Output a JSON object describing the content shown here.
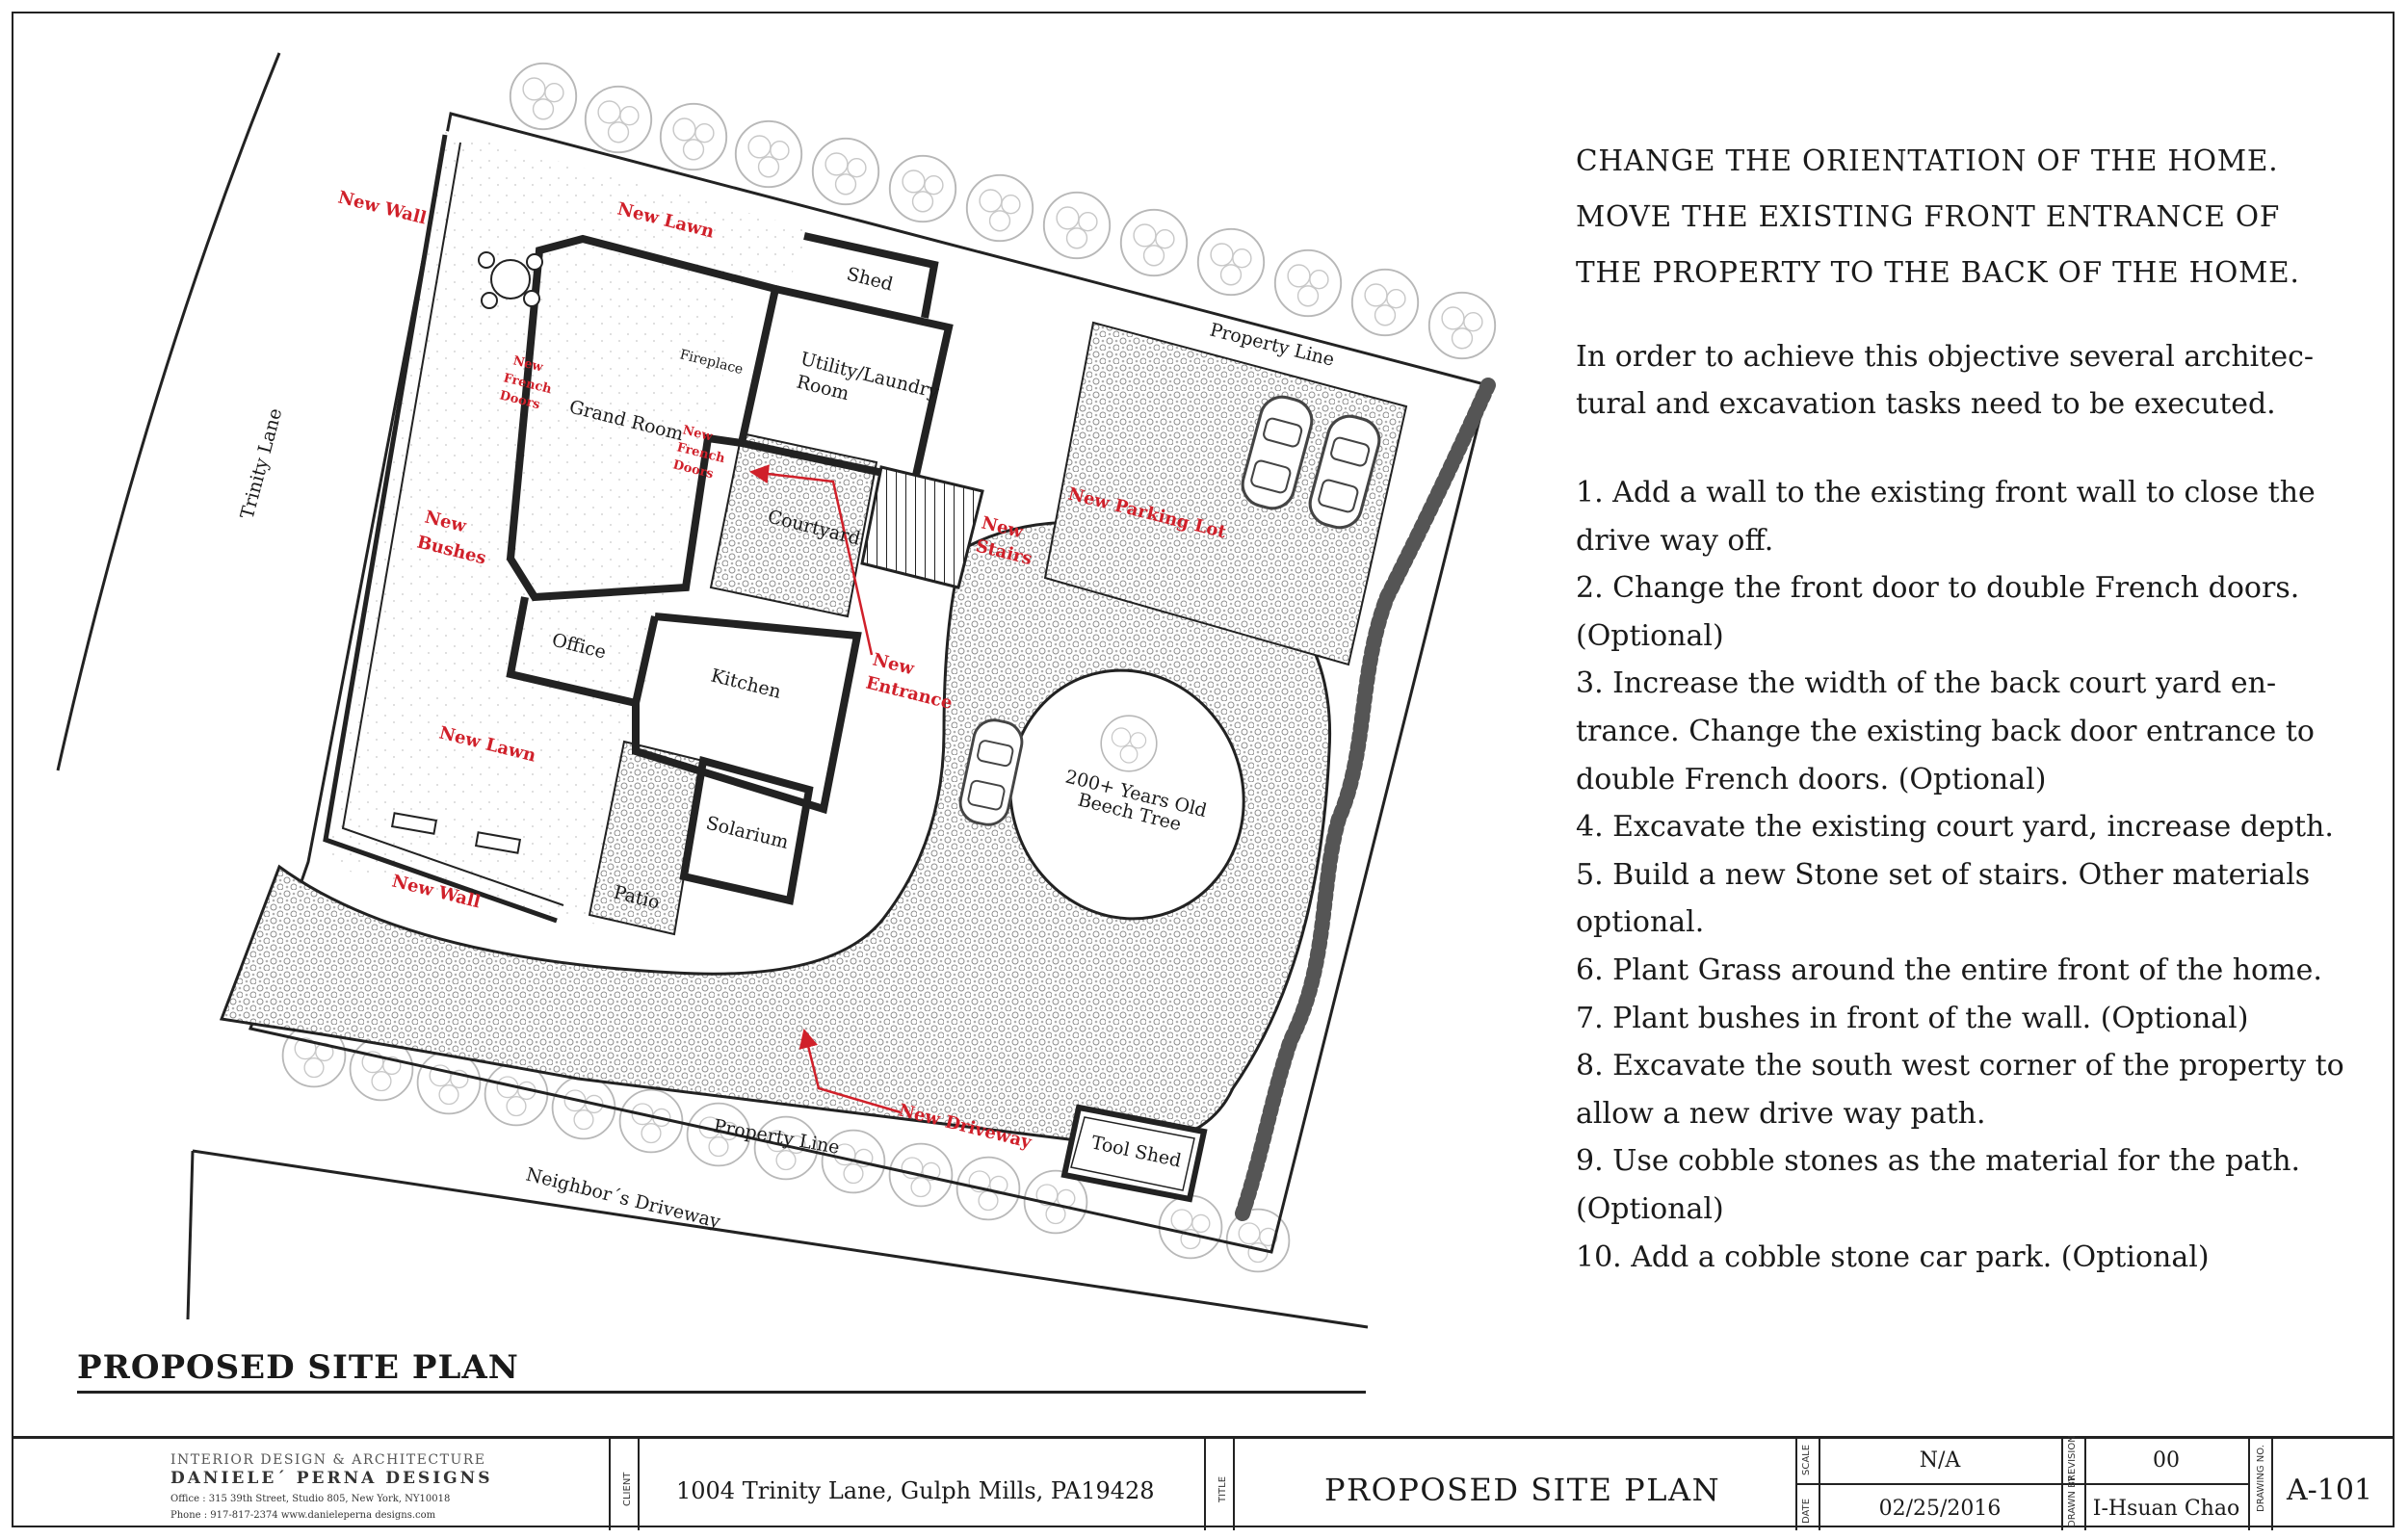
{
  "plan": {
    "street_label": "Trinity Lane",
    "neighbor_label": "Neighbor´s Driveway",
    "property_line_label": "Property Line",
    "rooms": {
      "grand_room": "Grand Room",
      "fireplace": "Fireplace",
      "utility": "Utility/Laundry",
      "utility_2": "Room",
      "shed": "Shed",
      "courtyard": "Courtyard",
      "office": "Office",
      "kitchen": "Kitchen",
      "solarium": "Solarium",
      "patio": "Patio",
      "tool_shed": "Tool Shed",
      "tree_1": "200+ Years Old",
      "tree_2": "Beech Tree"
    },
    "red_labels": {
      "new_wall_top": "New Wall",
      "new_lawn_top": "New Lawn",
      "new_french_doors_1": [
        "New",
        "French",
        "Doors"
      ],
      "new_french_doors_2": [
        "New",
        "French",
        "Doors"
      ],
      "new_bushes": [
        "New",
        "Bushes"
      ],
      "new_lawn_bottom": "New Lawn",
      "new_wall_bottom": "New Wall",
      "new_stairs": [
        "New",
        "Stairs"
      ],
      "new_entrance": [
        "New",
        "Entrance"
      ],
      "new_parking_lot": "New Parking Lot",
      "new_driveway": "New Driveway"
    },
    "colors": {
      "annotation_red": "#d0202a",
      "ink": "#1a1a1a",
      "paving": "#9a9a9a"
    }
  },
  "notes": {
    "heading_lines": [
      "CHANGE THE ORIENTATION OF THE HOME.",
      "MOVE THE EXISTING FRONT ENTRANCE OF",
      "THE PROPERTY TO THE BACK OF THE HOME."
    ],
    "intro": "In order to achieve this objective several architec- tural and excavation tasks need to be executed.",
    "items": [
      "1. Add a wall to the existing front wall to close the drive way off.",
      "2. Change the front door to double French doors. (Optional)",
      "3. Increase the width of the back court yard en- trance. Change the existing back door entrance to double French doors. (Optional)",
      "4. Excavate the existing court yard, increase depth.",
      "5. Build a new Stone set of stairs. Other materials optional.",
      "6. Plant Grass around the entire front of the home.",
      "7. Plant bushes in front of the wall.  (Optional)",
      "8. Excavate the south west corner of the property to allow a new drive way path.",
      "9. Use cobble stones as the material for the path. (Optional)",
      "10. Add a cobble stone car park.  (Optional)"
    ]
  },
  "plan_title": "PROPOSED SITE PLAN",
  "title_block": {
    "firm_tagline": "INTERIOR DESIGN & ARCHITECTURE",
    "firm_name": "DANIELE´ PERNA DESIGNS",
    "firm_address": "Office : 315 39th Street, Studio 805, New York, NY10018",
    "firm_contact": "Phone : 917-817-2374      www.danieleperna designs.com",
    "client_label": "CLIENT",
    "client_address": "1004 Trinity Lane, Gulph Mills, PA19428",
    "title_label": "TITLE",
    "sheet_title": "PROPOSED SITE PLAN",
    "scale_label": "SCALE",
    "scale_value": "N/A",
    "date_label": "DATE",
    "date_value": "02/25/2016",
    "revision_label": "REVISION",
    "revision_value": "00",
    "drawn_by_label": "DRAWN BY",
    "drawn_by_value": "I-Hsuan Chao",
    "drawing_no_label": "DRAWING NO.",
    "drawing_no_value": "A-101"
  }
}
